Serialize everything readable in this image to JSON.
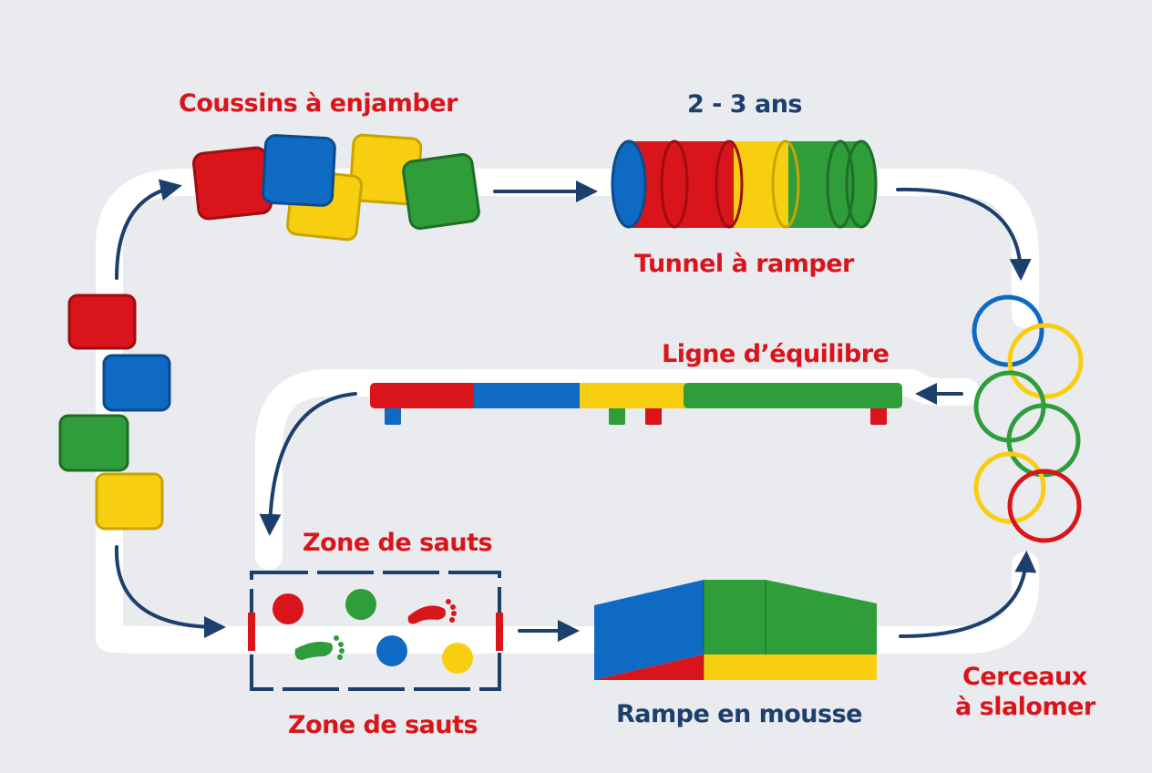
{
  "labels": {
    "cushions": "Coussins à enjamber",
    "age": "2 - 3 ans",
    "tunnel": "Tunnel à ramper",
    "balance": "Ligne d’équilibre",
    "jump_top": "Zone de sauts",
    "jump_bottom": "Zone de sauts",
    "ramp": "Rampe en mousse",
    "hoops_line1": "Cerceaux",
    "hoops_line2": "à slalomer"
  },
  "colors": {
    "red": "#d9141b",
    "blue": "#0f6ac4",
    "yellow": "#f7cf10",
    "green": "#2e9d3a",
    "navy": "#1c3f6e",
    "path": "#ffffff",
    "background": "#e9ebee"
  },
  "icons": {
    "footprint_red": "footprint-icon",
    "footprint_green": "footprint-icon"
  }
}
